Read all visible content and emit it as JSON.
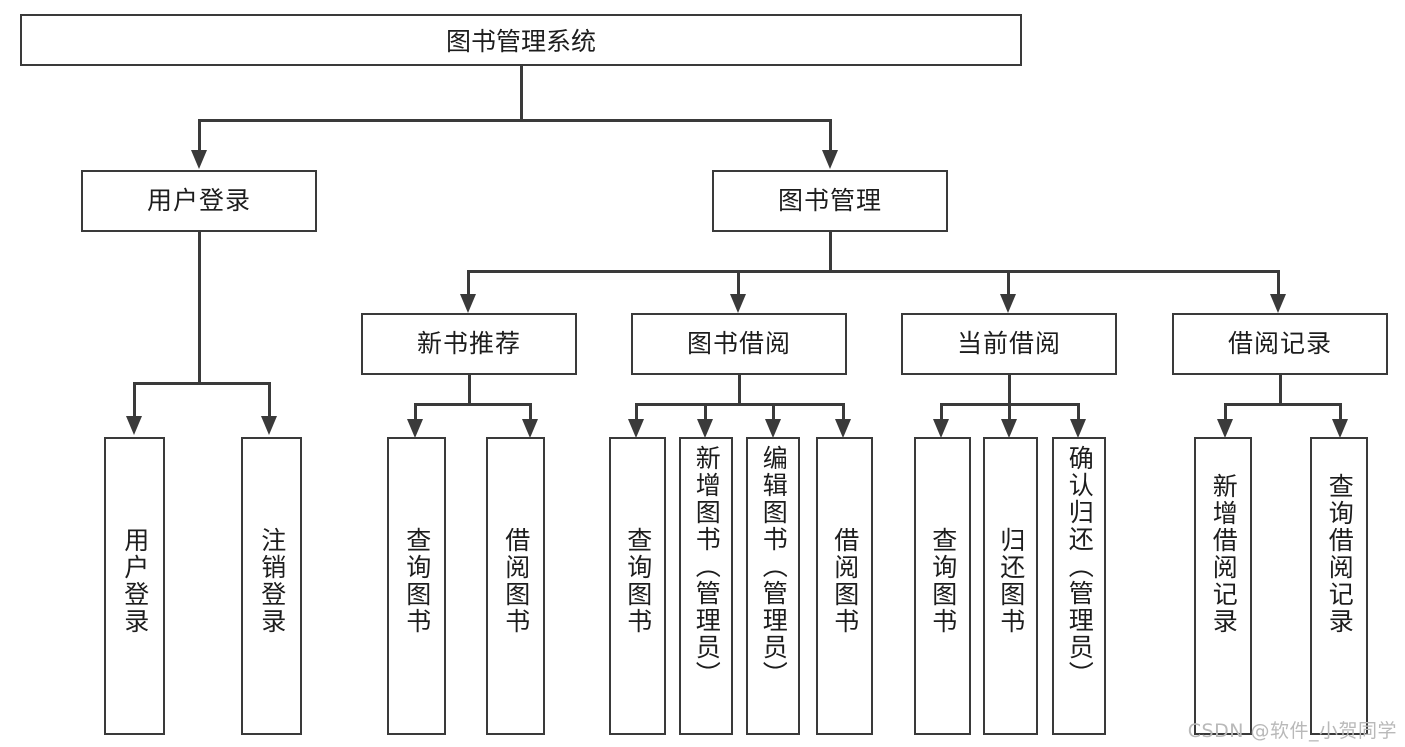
{
  "diagram": {
    "title": "图书管理系统",
    "watermark": "CSDN @软件_小贺同学",
    "root": {
      "label": "图书管理系统"
    },
    "level2": [
      {
        "label": "用户登录"
      },
      {
        "label": "图书管理"
      }
    ],
    "level3": [
      {
        "label": "新书推荐"
      },
      {
        "label": "图书借阅"
      },
      {
        "label": "当前借阅"
      },
      {
        "label": "借阅记录"
      }
    ],
    "leaves": {
      "user_login": [
        {
          "label": "用户登录"
        },
        {
          "label": "注销登录"
        }
      ],
      "new_book": [
        {
          "label": "查询图书"
        },
        {
          "label": "借阅图书"
        }
      ],
      "book_borrow": [
        {
          "label": "查询图书"
        },
        {
          "label": "新增图书（管理员）"
        },
        {
          "label": "编辑图书（管理员）"
        },
        {
          "label": "借阅图书"
        }
      ],
      "current_borrow": [
        {
          "label": "查询图书"
        },
        {
          "label": "归还图书"
        },
        {
          "label": "确认归还（管理员）"
        }
      ],
      "borrow_record": [
        {
          "label": "新增借阅记录"
        },
        {
          "label": "查询借阅记录"
        }
      ]
    },
    "colors": {
      "stroke": "#3a3a3a",
      "fill": "#ffffff",
      "text": "#1d1d1d",
      "watermark": "#b9b9b9"
    }
  }
}
